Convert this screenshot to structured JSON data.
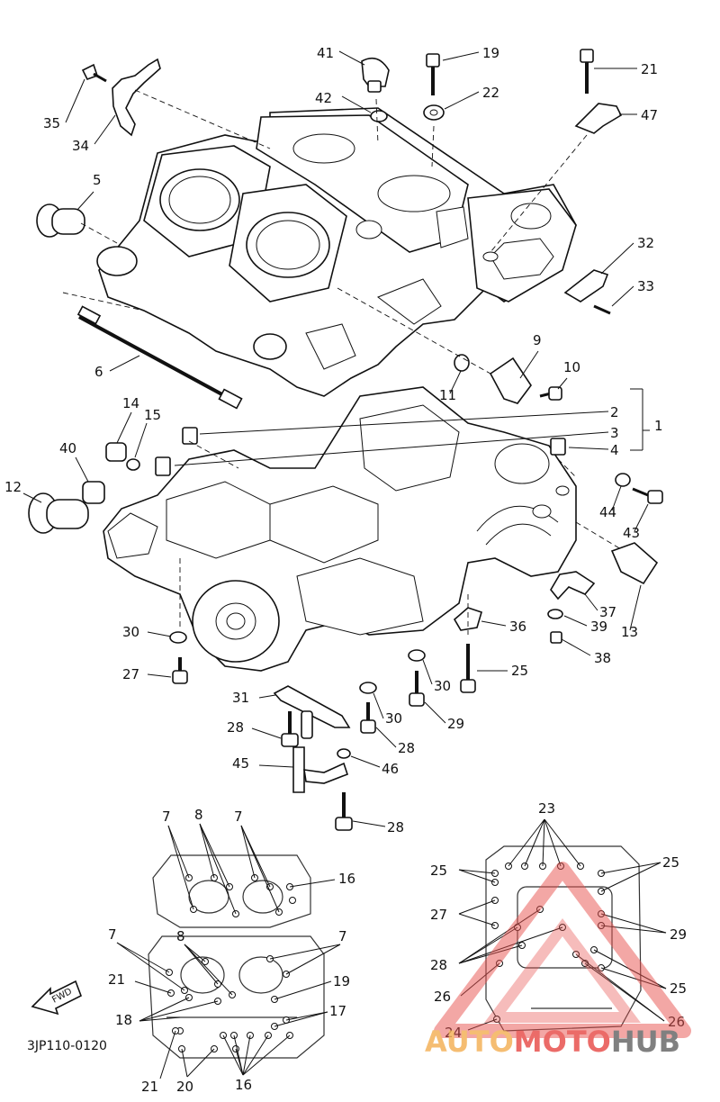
{
  "diagram": {
    "code": "3JP110-0120",
    "fwd_label": "FWD",
    "callouts": [
      {
        "id": "c41",
        "text": "41"
      },
      {
        "id": "c19a",
        "text": "19"
      },
      {
        "id": "c21a",
        "text": "21"
      },
      {
        "id": "c42",
        "text": "42"
      },
      {
        "id": "c22",
        "text": "22"
      },
      {
        "id": "c47",
        "text": "47"
      },
      {
        "id": "c35",
        "text": "35"
      },
      {
        "id": "c34",
        "text": "34"
      },
      {
        "id": "c5",
        "text": "5"
      },
      {
        "id": "c32",
        "text": "32"
      },
      {
        "id": "c33",
        "text": "33"
      },
      {
        "id": "c6",
        "text": "6"
      },
      {
        "id": "c9",
        "text": "9"
      },
      {
        "id": "c10",
        "text": "10"
      },
      {
        "id": "c11",
        "text": "11"
      },
      {
        "id": "c14",
        "text": "14"
      },
      {
        "id": "c15",
        "text": "15"
      },
      {
        "id": "c2",
        "text": "2"
      },
      {
        "id": "c3",
        "text": "3"
      },
      {
        "id": "c1",
        "text": "1"
      },
      {
        "id": "c4",
        "text": "4"
      },
      {
        "id": "c40",
        "text": "40"
      },
      {
        "id": "c12",
        "text": "12"
      },
      {
        "id": "c44",
        "text": "44"
      },
      {
        "id": "c43",
        "text": "43"
      },
      {
        "id": "c37",
        "text": "37"
      },
      {
        "id": "c13",
        "text": "13"
      },
      {
        "id": "c36",
        "text": "36"
      },
      {
        "id": "c39",
        "text": "39"
      },
      {
        "id": "c38",
        "text": "38"
      },
      {
        "id": "c30a",
        "text": "30"
      },
      {
        "id": "c27a",
        "text": "27"
      },
      {
        "id": "c25a",
        "text": "25"
      },
      {
        "id": "c30b",
        "text": "30"
      },
      {
        "id": "c31",
        "text": "31"
      },
      {
        "id": "c30c",
        "text": "30"
      },
      {
        "id": "c29a",
        "text": "29"
      },
      {
        "id": "c28a",
        "text": "28"
      },
      {
        "id": "c28b",
        "text": "28"
      },
      {
        "id": "c45",
        "text": "45"
      },
      {
        "id": "c46",
        "text": "46"
      },
      {
        "id": "c28c",
        "text": "28"
      },
      {
        "id": "c7a",
        "text": "7"
      },
      {
        "id": "c8a",
        "text": "8"
      },
      {
        "id": "c7b",
        "text": "7"
      },
      {
        "id": "c16a",
        "text": "16"
      },
      {
        "id": "c7c",
        "text": "7"
      },
      {
        "id": "c8b",
        "text": "8"
      },
      {
        "id": "c7d",
        "text": "7"
      },
      {
        "id": "c21b",
        "text": "21"
      },
      {
        "id": "c19b",
        "text": "19"
      },
      {
        "id": "c18",
        "text": "18"
      },
      {
        "id": "c17",
        "text": "17"
      },
      {
        "id": "c21c",
        "text": "21"
      },
      {
        "id": "c20",
        "text": "20"
      },
      {
        "id": "c16b",
        "text": "16"
      },
      {
        "id": "c23",
        "text": "23"
      },
      {
        "id": "c25b",
        "text": "25"
      },
      {
        "id": "c25c",
        "text": "25"
      },
      {
        "id": "c27b",
        "text": "27"
      },
      {
        "id": "c29b",
        "text": "29"
      },
      {
        "id": "c28d",
        "text": "28"
      },
      {
        "id": "c25d",
        "text": "25"
      },
      {
        "id": "c26a",
        "text": "26"
      },
      {
        "id": "c26b",
        "text": "26"
      },
      {
        "id": "c24",
        "text": "24"
      }
    ]
  },
  "watermark": {
    "part1": "AUTO",
    "part2": "MOTO",
    "part3": "HUB",
    "color1": "#f4b25a",
    "color2": "#e8524e",
    "color3": "#6a6a6a"
  }
}
